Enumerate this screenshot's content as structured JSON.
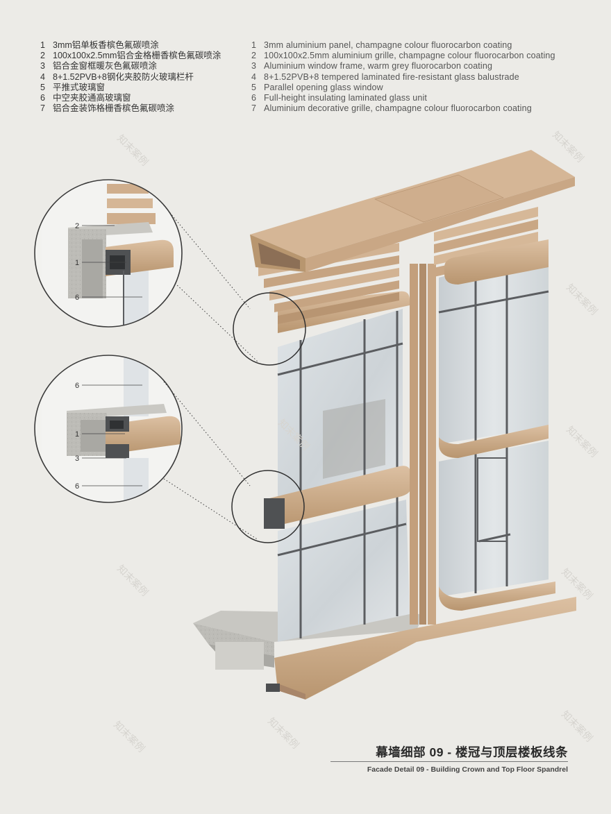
{
  "legend_zh": [
    {
      "num": "1",
      "text": "3mm铝单板香槟色氟碳喷涂"
    },
    {
      "num": "2",
      "text": "100x100x2.5mm铝合金格栅香槟色氟碳喷涂"
    },
    {
      "num": "3",
      "text": "铝合金窗框暖灰色氟碳喷涂"
    },
    {
      "num": "4",
      "text": "8+1.52PVB+8钢化夹胶防火玻璃栏杆"
    },
    {
      "num": "5",
      "text": "平推式玻璃窗"
    },
    {
      "num": "6",
      "text": "中空夹胶通高玻璃窗"
    },
    {
      "num": "7",
      "text": "铝合金装饰格栅香槟色氟碳喷涂"
    }
  ],
  "legend_en": [
    {
      "num": "1",
      "text": "3mm aluminium panel, champagne colour fluorocarbon coating"
    },
    {
      "num": "2",
      "text": "100x100x2.5mm aluminium grille, champagne colour fluorocarbon coating"
    },
    {
      "num": "3",
      "text": "Aluminium window frame, warm grey fluorocarbon coating"
    },
    {
      "num": "4",
      "text": "8+1.52PVB+8 tempered laminated fire-resistant glass balustrade"
    },
    {
      "num": "5",
      "text": "Parallel opening glass window"
    },
    {
      "num": "6",
      "text": "Full-height insulating laminated glass unit"
    },
    {
      "num": "7",
      "text": "Aluminium decorative grille, champagne colour fluorocarbon coating"
    }
  ],
  "detail_top_callouts": [
    "2",
    "1",
    "6"
  ],
  "detail_bottom_callouts": [
    "6",
    "1",
    "3",
    "6"
  ],
  "watermark": "知末案例",
  "title_zh": "幕墙细部 09 - 楼冠与顶层楼板线条",
  "title_en": "Facade Detail 09 -  Building Crown and Top Floor Spandrel",
  "colors": {
    "champagne": "#c9a785",
    "champagne_light": "#dcc0a2",
    "champagne_dark": "#a8866a",
    "frame_grey": "#6a6c6e",
    "concrete": "#b9b8b3",
    "glass": "#d8dee2",
    "background": "#ecebe7"
  }
}
